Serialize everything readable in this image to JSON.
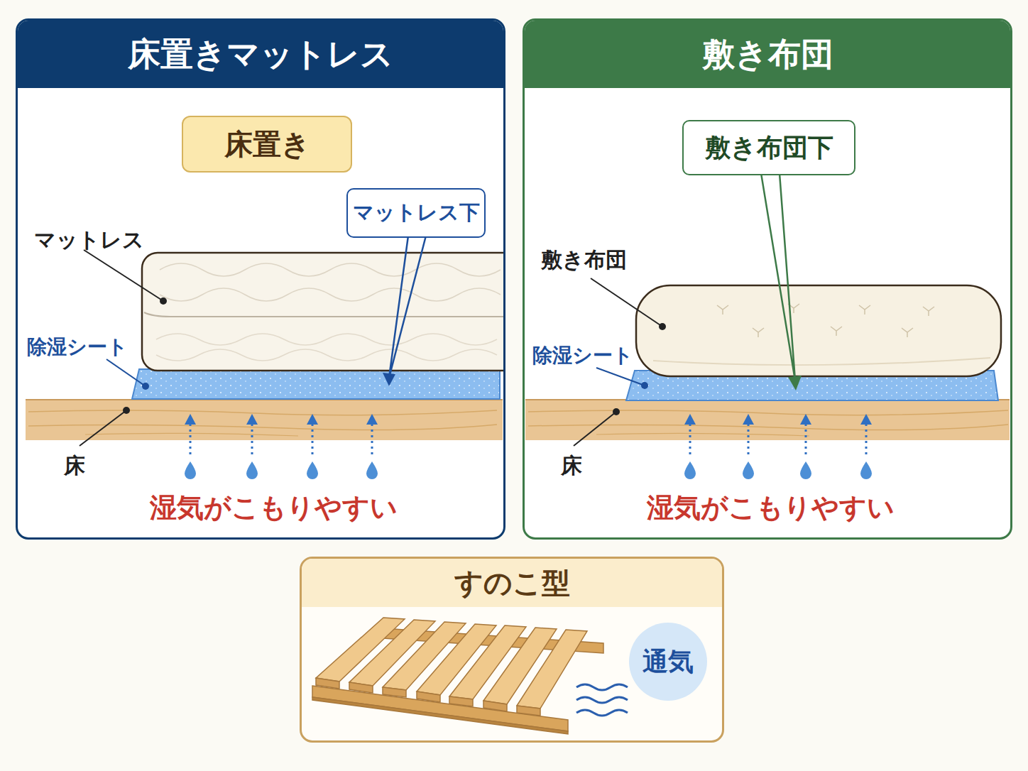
{
  "diagram": {
    "nodes": [
      {
        "text": [
          "床置きマットレス"
        ]
      },
      {
        "text": [
          "床置き"
        ],
        "in": 0
      },
      {
        "text": [
          "マットレス下"
        ],
        "in": 0
      },
      {
        "text": [
          "敷き布団"
        ]
      },
      {
        "text": [
          "敷き布団下"
        ],
        "in": 3
      },
      {
        "text": [
          "すのこ型"
        ]
      },
      {
        "text": [
          "通気"
        ],
        "in": 5
      }
    ],
    "labels": [
      "マットレス",
      "除湿シート",
      "床",
      "湿気がこもりやすい",
      "敷き布団",
      "除湿シート",
      "床",
      "湿気がこもりやすい"
    ]
  }
}
